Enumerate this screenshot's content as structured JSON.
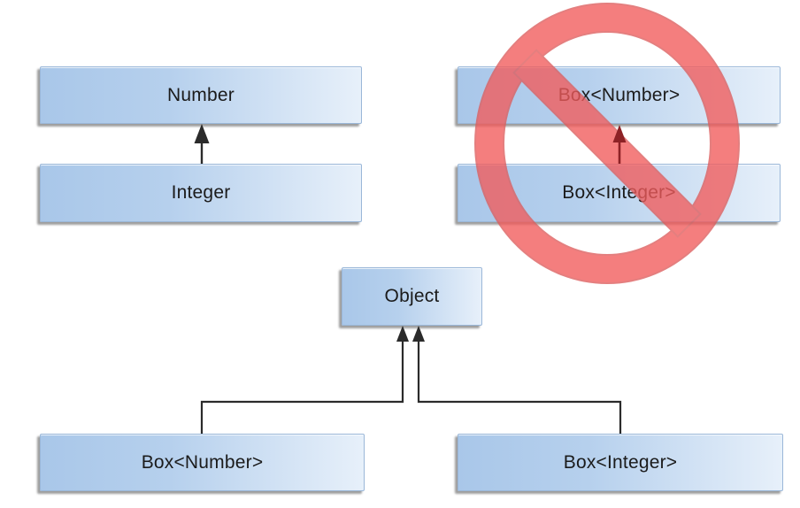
{
  "diagram": {
    "title": "generic-subtyping-diagram",
    "nodes": {
      "number": {
        "label": "Number"
      },
      "integer": {
        "label": "Integer"
      },
      "box_number_top": {
        "label": "Box<Number>"
      },
      "box_integer_top": {
        "label": "Box<Integer>"
      },
      "object": {
        "label": "Object"
      },
      "box_number_bottom": {
        "label": "Box<Number>"
      },
      "box_integer_bottom": {
        "label": "Box<Integer>"
      }
    },
    "icons": {
      "prohibition": "no-symbol"
    },
    "colors": {
      "box_fill_left": "#a9c7e9",
      "box_fill_right": "#e7f0fa",
      "box_border": "#9ab7d8",
      "shadow_gray": "#5c5c5c",
      "arrow_black": "#2b2b2b",
      "arrow_maroon": "#8d2226",
      "prohibition_red": "#f25b5b",
      "background": "#ffffff"
    }
  }
}
